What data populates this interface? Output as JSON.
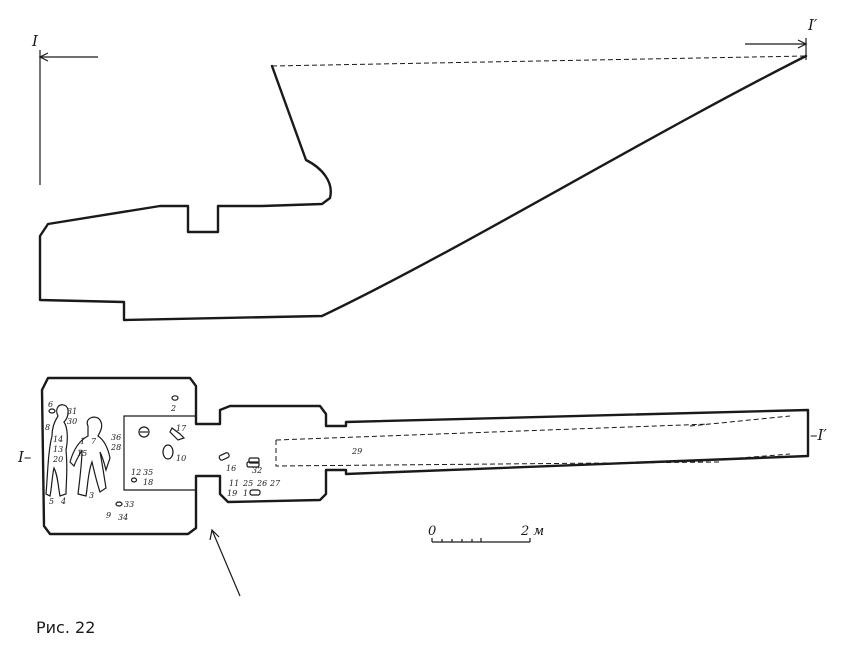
{
  "section": {
    "left_label": "I",
    "right_label": "I′"
  },
  "plan": {
    "left_label": "I–",
    "right_label": "–I′",
    "numbers": {
      "n1": "1",
      "n2": "2",
      "n3": "3",
      "n4": "4",
      "n5": "5",
      "n6": "6",
      "n7": "7",
      "n8": "8",
      "n9": "9",
      "n10": "10",
      "n11": "11",
      "n12": "12",
      "n13": "13",
      "n14": "14",
      "n15": "15",
      "n16": "16",
      "n17": "17",
      "n18": "18",
      "n19": "19",
      "n1b": "1",
      "n20": "20",
      "n25": "25",
      "n26": "26",
      "n27": "27",
      "n28": "28",
      "n29": "29",
      "n30": "30",
      "n31": "31",
      "n32": "32",
      "n33": "33",
      "n34": "34",
      "n35": "35",
      "n36": "36"
    }
  },
  "scale": {
    "start": "0",
    "end": "2 м"
  },
  "caption": "Рис. 22"
}
